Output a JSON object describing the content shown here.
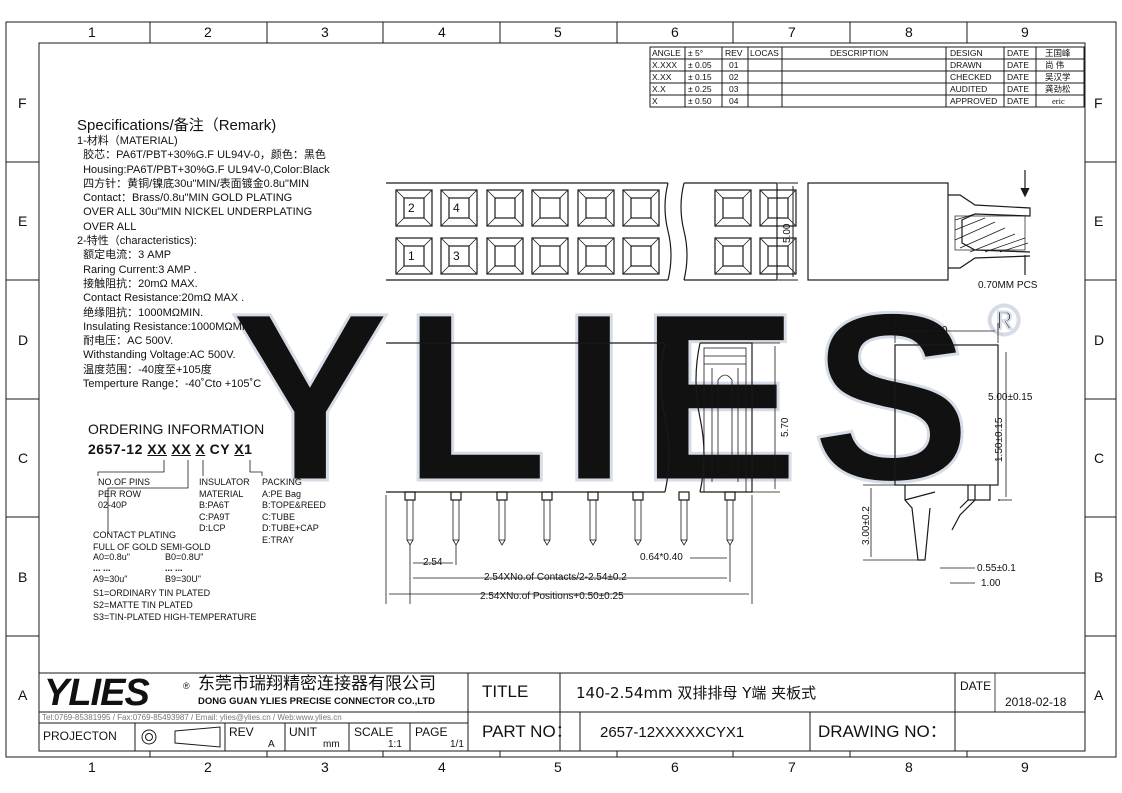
{
  "border": {
    "columns": [
      "1",
      "2",
      "3",
      "4",
      "5",
      "6",
      "7",
      "8",
      "9"
    ],
    "rows": [
      "F",
      "E",
      "D",
      "C",
      "B",
      "A"
    ]
  },
  "tolerance_table": {
    "rows": [
      {
        "label": "ANGLE",
        "value": "± 5°"
      },
      {
        "label": "X.XXX",
        "value": "± 0.05"
      },
      {
        "label": "X.XX",
        "value": "± 0.15"
      },
      {
        "label": "X.X",
        "value": "± 0.25"
      },
      {
        "label": "X",
        "value": "± 0.50"
      }
    ]
  },
  "revision_table": {
    "headers": {
      "rev": "REV",
      "locas": "LOCAS",
      "description": "DESCRIPTION"
    },
    "revs": [
      "01",
      "02",
      "03",
      "04"
    ]
  },
  "approval_table": {
    "rows": [
      {
        "role": "DESIGN",
        "date": "DATE",
        "name": "王国峰"
      },
      {
        "role": "DRAWN",
        "date": "DATE",
        "name": "尚 伟"
      },
      {
        "role": "CHECKED",
        "date": "DATE",
        "name": "吴汉学"
      },
      {
        "role": "AUDITED",
        "date": "DATE",
        "name": "龚劲松"
      },
      {
        "role": "APPROVED",
        "date": "DATE",
        "name": "eric"
      }
    ]
  },
  "watermark": {
    "text": "YLIES",
    "reg": "®"
  },
  "specs": {
    "title": "Specifications/备注（Remark)",
    "lines": [
      "1-材料（MATERIAL)",
      "  胶芯：PA6T/PBT+30%G.F UL94V-0，颜色：黑色",
      "  Housing:PA6T/PBT+30%G.F UL94V-0,Color:Black",
      "  四方针：黄铜/镍底30u\"MIN/表面镀金0.8u\"MIN",
      "  Contact：Brass/0.8u\"MIN GOLD PLATING",
      "  OVER ALL 30u\"MIN NICKEL UNDERPLATING",
      "  OVER ALL",
      "2-特性（characteristics):",
      "  额定电流：3 AMP",
      "  Raring Current:3 AMP .",
      "  接触阻抗：20mΩ MAX.",
      "  Contact Resistance:20mΩ MAX .",
      "  绝缘阻抗：1000MΩMIN.",
      "  Insulating Resistance:1000MΩMIN.",
      "  耐电压：AC 500V.",
      "  Withstanding Voltage:AC 500V.",
      "  温度范围：-40度至+105度",
      "  Temperture Range：-40˚Cto +105˚C"
    ]
  },
  "ordering": {
    "heading": "ORDERING INFORMATION",
    "part_prefix": "2657-12",
    "part_a": "XX",
    "part_b": "XX",
    "part_c": "X",
    "part_d": "CY",
    "part_e": "X",
    "part_f": "1",
    "pins_lines": [
      "NO.OF PINS",
      "PER ROW",
      "02-40P"
    ],
    "insulator_lines": [
      "INSULATOR",
      "MATERIAL",
      "B:PA6T",
      "C:PA9T",
      "D:LCP"
    ],
    "packing_lines": [
      "PACKING",
      "A:PE Bag",
      "B:TOPE&REED",
      "C:TUBE",
      "D:TUBE+CAP",
      "E:TRAY"
    ],
    "plating_lines": [
      "CONTACT PLATING",
      "FULL OF GOLD SEMI-GOLD"
    ],
    "plating_a0": "A0=0.8u\"",
    "plating_b0": "B0=0.8U\"",
    "plating_dots": "... ...",
    "plating_a9": "A9=30u\"",
    "plating_b9": "B9=30U\"",
    "tin_lines": [
      "S1=ORDINARY TIN PLATED",
      "S2=MATTE TIN PLATED",
      "S3=TIN-PLATED HIGH-TEMPERATURE"
    ]
  },
  "drawing": {
    "pin_labels": [
      "2",
      "4",
      "1",
      "3"
    ],
    "dim_500": "5.00",
    "pcs_label": "0.70MM PCS",
    "top_width": "5.00",
    "side_500": "5.00±0.15",
    "side_150": "1.50±0.15",
    "side_300": "3.00±0.2",
    "side_055": "0.55±0.1",
    "side_100": "1.00",
    "front_570": "5.70",
    "front_254": "2.54",
    "front_064": "0.64*0.40",
    "front_contacts": "2.54XNo.of Contacts/2-2.54±0.2",
    "front_positions": "2.54XNo.of Positions+0.50±0.25"
  },
  "title_block": {
    "company_cn": "东莞市瑞翔精密连接器有限公司",
    "company_en": "DONG GUAN YLIES PRECISE CONNECTOR CO.,LTD",
    "logo": "YLIES",
    "contact": "Tel:0769-85381995 / Fax:0769-85493987 / Email: ylies@ylies.cn / Web:www.ylies.cn",
    "projection_label": "PROJECTON",
    "rev_label": "REV",
    "rev_value": "A",
    "unit_label": "UNIT",
    "unit_value": "mm",
    "scale_label": "SCALE",
    "scale_value": "1:1",
    "page_label": "PAGE",
    "page_value": "1/1",
    "title_label": "TITLE",
    "title_value": "140-2.54mm  双排排母  Y端  夹板式",
    "date_label": "DATE",
    "date_value": "2018-02-18",
    "partno_label": "PART NO：",
    "partno_value": "2657-12XXXXXCYX1",
    "drawingno_label": "DRAWING NO："
  },
  "colors": {
    "line": "#1a1a1a",
    "watermark": "#d7dde6",
    "logo": "#1d4fa0"
  }
}
